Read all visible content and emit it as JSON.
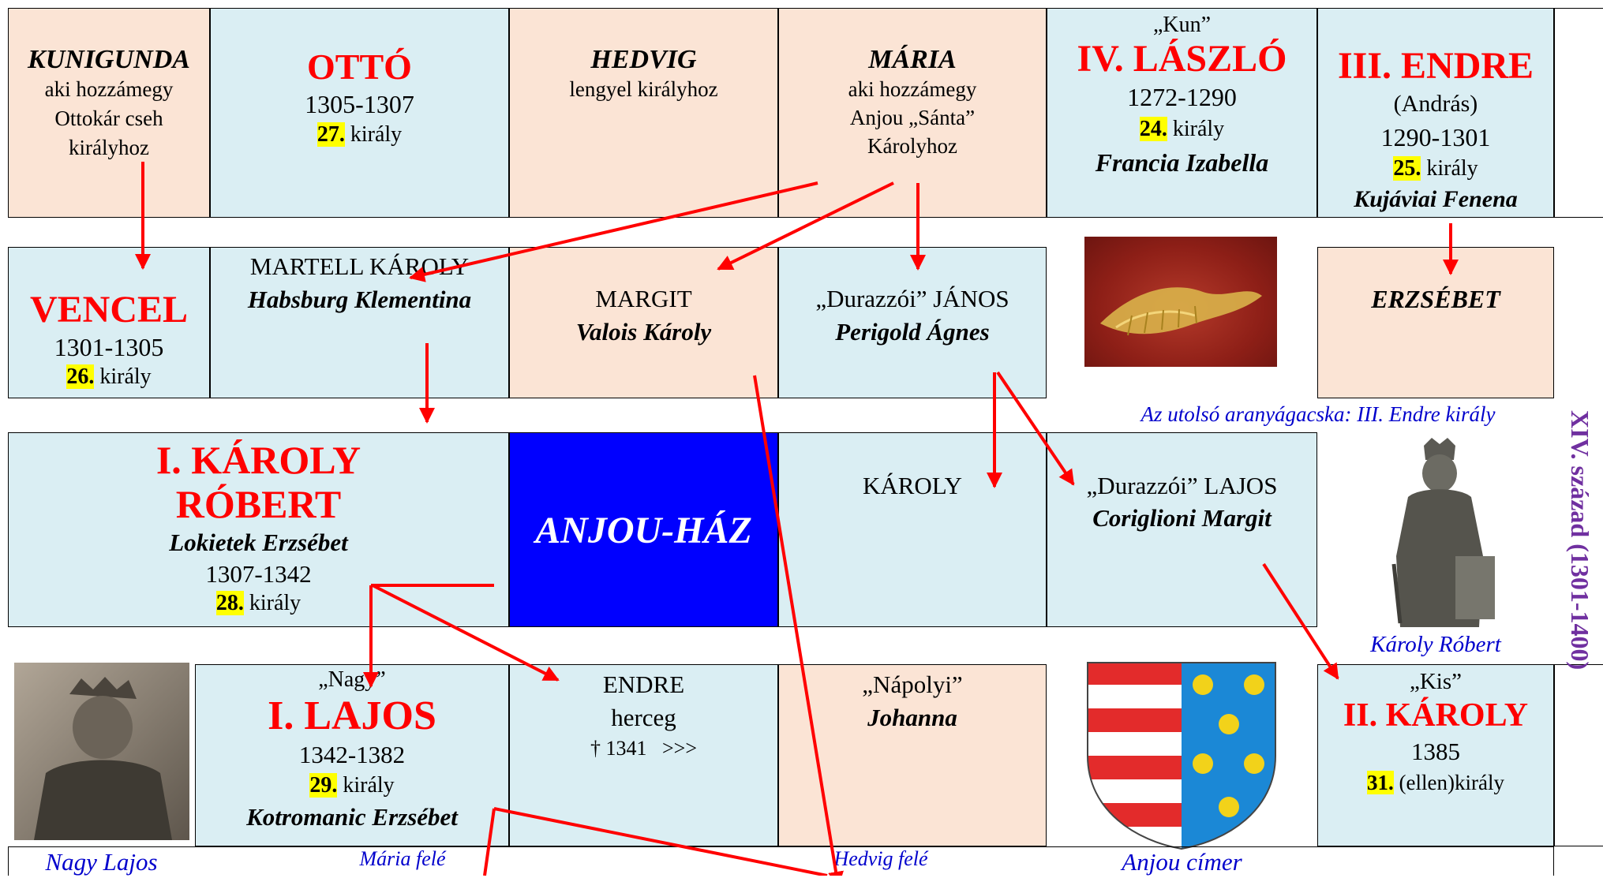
{
  "row1": {
    "kunigunda": {
      "name": "KUNIGUNDA",
      "lines": [
        "aki hozzámegy",
        "Ottokár cseh",
        "királyhoz"
      ]
    },
    "otto": {
      "name": "OTTÓ",
      "years": "1305-1307",
      "num": "27.",
      "rank": "király"
    },
    "hedvig": {
      "name": "HEDVIG",
      "line1": "lengyel királyhoz"
    },
    "maria": {
      "name": "MÁRIA",
      "lines": [
        "aki hozzámegy",
        "Anjou „Sánta”",
        "Károlyhoz"
      ]
    },
    "laszlo": {
      "nick": "„Kun”",
      "name": "IV. LÁSZLÓ",
      "years": "1272-1290",
      "num": "24.",
      "rank": "király",
      "spouse": "Francia Izabella"
    },
    "endre3": {
      "name": "III. ENDRE",
      "alt": "(András)",
      "years": "1290-1301",
      "num": "25.",
      "rank": "király",
      "spouse": "Kujáviai Fenena"
    }
  },
  "row2": {
    "vencel": {
      "name": "VENCEL",
      "years": "1301-1305",
      "num": "26.",
      "rank": "király"
    },
    "martell": {
      "name": "MARTELL KÁROLY",
      "spouse": "Habsburg Klementina"
    },
    "margit": {
      "name": "MARGIT",
      "spouse": "Valois Károly"
    },
    "durazzoi_janos": {
      "name": "„Durazzói” JÁNOS",
      "spouse": "Perigold Ágnes"
    },
    "erzsebet": {
      "name": "ERZSÉBET"
    },
    "caption": "Az utolsó aranyágacska: III. Endre király"
  },
  "row3": {
    "karoly_robert": {
      "name1": "I. KÁROLY",
      "name2": "RÓBERT",
      "spouse": "Lokietek Erzsébet",
      "years": "1307-1342",
      "num": "28.",
      "rank": "király"
    },
    "anjou_haz": "ANJOU-HÁZ",
    "karoly": {
      "name": "KÁROLY"
    },
    "durazzoi_lajos": {
      "name": "„Durazzói” LAJOS",
      "spouse": "Coriglioni Margit"
    },
    "caption": "Károly Róbert"
  },
  "row4": {
    "lajos": {
      "nick": "„Nagy”",
      "name": "I. LAJOS",
      "years": "1342-1382",
      "num": "29.",
      "rank": "király",
      "spouse": "Kotromanic Erzsébet"
    },
    "endre_herceg": {
      "name": "ENDRE",
      "title": "herceg",
      "death": "† 1341   >>>"
    },
    "johanna": {
      "nick": "„Nápolyi”",
      "name": "Johanna"
    },
    "karoly2": {
      "nick": "„Kis”",
      "name": "II. KÁROLY",
      "years": "1385",
      "num": "31.",
      "rank": "(ellen)király"
    }
  },
  "bottom": {
    "nagy_lajos": "Nagy Lajos",
    "maria_fele": "Mária felé",
    "hedvig_fele": "Hedvig felé",
    "anjou_cimer": "Anjou címer"
  },
  "side_title": "XIV. század (1301-1400)",
  "colors": {
    "accent_red": "#ff0000",
    "blue_cell": "#daeef3",
    "peach_cell": "#fbe4d5",
    "anjou_blue": "#0000ff",
    "caption_blue": "#0000cc",
    "title_purple": "#7030a0",
    "highlight": "#ffff00"
  },
  "icons": [
    "golden-branch-image",
    "karoly-robert-statue-image",
    "nagy-lajos-statue-image",
    "anjou-coat-of-arms"
  ]
}
